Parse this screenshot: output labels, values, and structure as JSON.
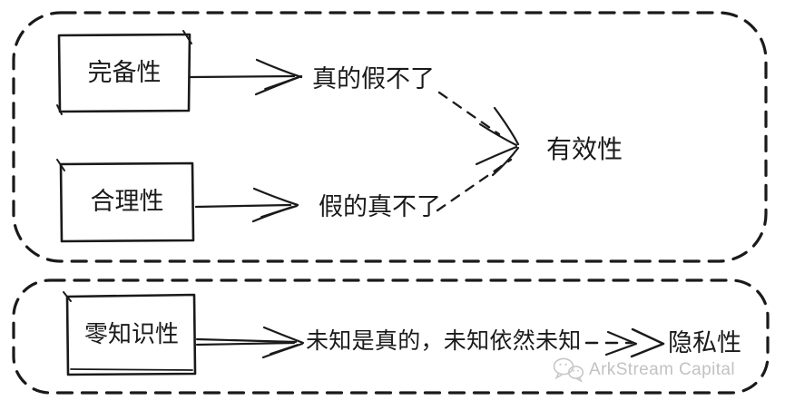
{
  "canvas": {
    "background": "#ffffff",
    "ink_color": "#1a1a1a",
    "watermark_color": "#c4c4c4"
  },
  "top_section": {
    "box1_label": "完备性",
    "box2_label": "合理性",
    "result1": "真的假不了",
    "result2": "假的真不了",
    "conclusion": "有效性"
  },
  "bottom_section": {
    "box_label": "零知识性",
    "statement": "未知是真的，未知依然未知",
    "conclusion": "隐私性"
  },
  "watermark": {
    "icon": "wechat-icon",
    "text": "ArkStream Capital"
  }
}
